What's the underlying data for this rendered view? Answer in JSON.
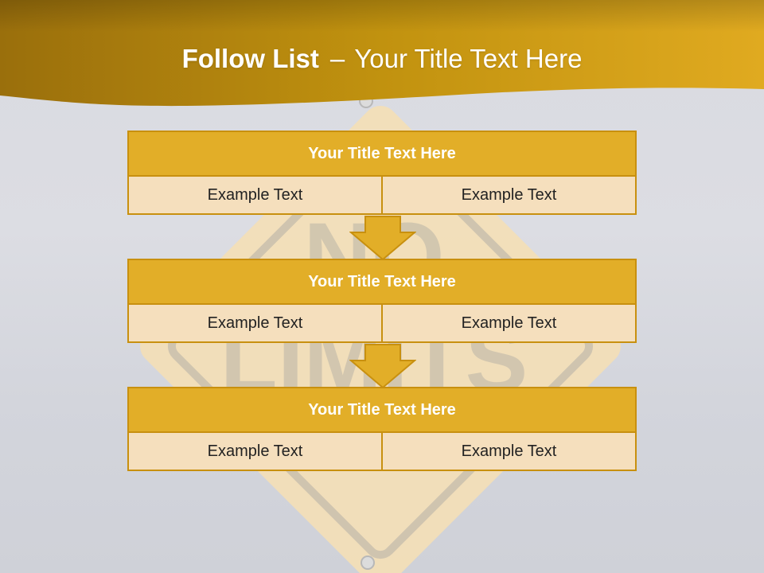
{
  "slide": {
    "title_bold": "Follow List",
    "title_dash": "–",
    "title_rest": "Your Title Text Here"
  },
  "background": {
    "sign_text_top": "NO",
    "sign_text_bottom": "LIMITS"
  },
  "blocks": [
    {
      "title": "Your Title Text Here",
      "left": "Example Text",
      "right": "Example Text"
    },
    {
      "title": "Your Title Text Here",
      "left": "Example Text",
      "right": "Example Text"
    },
    {
      "title": "Your Title Text Here",
      "left": "Example Text",
      "right": "Example Text"
    }
  ],
  "colors": {
    "header_gold": "#b88a12",
    "title_fill": "#e2ae28",
    "title_border": "#c8900f",
    "cell_fill": "#f5dfbd",
    "arrow_fill": "#e2ae28"
  },
  "icons": {
    "flow_arrow": "down-arrow-icon"
  }
}
